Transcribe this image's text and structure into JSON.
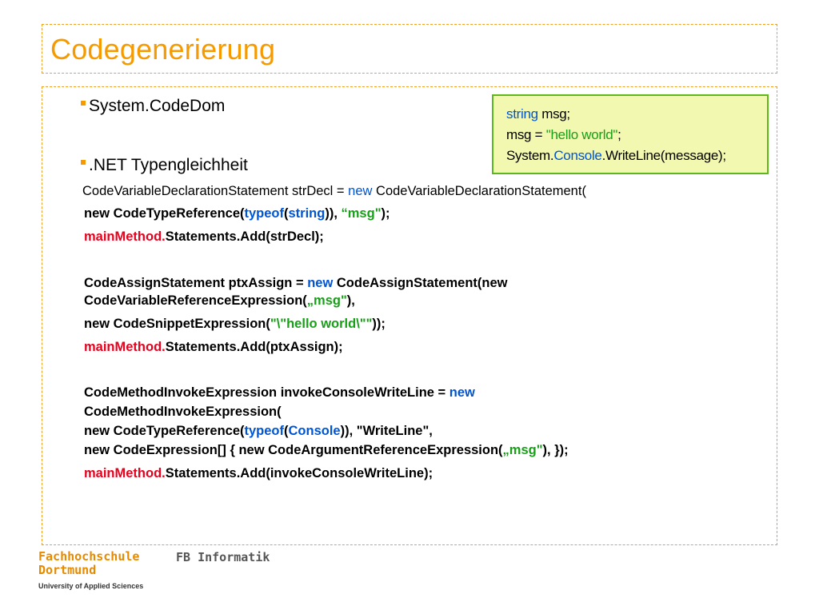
{
  "title": "Codegenerierung",
  "bullets": [
    {
      "label": "System.CodeDom"
    },
    {
      "label": ".NET Typengleichheit"
    }
  ],
  "snippet": {
    "line1": {
      "kw": "string",
      "rest": " msg;"
    },
    "line2": {
      "a": "msg = ",
      "str": "\"hello world\"",
      "b": ";"
    },
    "line3": {
      "a": "System.",
      "kw": "Console",
      "b": ".WriteLine(message);"
    }
  },
  "code": {
    "l1": {
      "a": "CodeVariableDeclarationStatement strDecl = ",
      "kw": "new",
      "b": " CodeVariableDeclarationStatement("
    },
    "l2": {
      "a": "new CodeTypeReference(",
      "kw1": "typeof",
      "p1": "(",
      "kw2": "string",
      "p2": ")), ",
      "str": "“msg\"",
      "end": ");"
    },
    "l3": {
      "red": "mainMethod.",
      "rest": "Statements.Add(strDecl);"
    },
    "l4": {
      "a": "CodeAssignStatement ptxAssign = ",
      "kw": "new",
      "b": " CodeAssignStatement(new"
    },
    "l5": {
      "a": "CodeVariableReferenceExpression(",
      "str": "„msg\"",
      "b": "),"
    },
    "l6": {
      "a": "new CodeSnippetExpression(",
      "str": "\"\\\"hello world\\\"\"",
      "b": "));"
    },
    "l7": {
      "red": "mainMethod.",
      "rest": "Statements.Add(ptxAssign);"
    },
    "l8": {
      "a": "CodeMethodInvokeExpression invokeConsoleWriteLine = ",
      "kw": "new"
    },
    "l9": {
      "a": "CodeMethodInvokeExpression("
    },
    "l10": {
      "a": "new CodeTypeReference(",
      "kw1": "typeof",
      "p1": "(",
      "kw2": "Console",
      "b": ")), \"WriteLine\","
    },
    "l11": {
      "a": "new CodeExpression[] { new CodeArgumentReferenceExpression(",
      "str": "„msg\"",
      "b": "), });"
    },
    "l12": {
      "red": "mainMethod.",
      "rest": "Statements.Add(invokeConsoleWriteLine);"
    }
  },
  "footer": {
    "fh_line1": "Fachhochschule",
    "fh_line2": "Dortmund",
    "fb": "FB Informatik",
    "uas": "University of Applied Sciences"
  },
  "colors": {
    "accent": "#f59a00",
    "keyword": "#0055d4",
    "string": "#18a018",
    "highlight": "#e8001c",
    "snippet_bg": "#f3f8b0",
    "snippet_border": "#5cb81c"
  }
}
